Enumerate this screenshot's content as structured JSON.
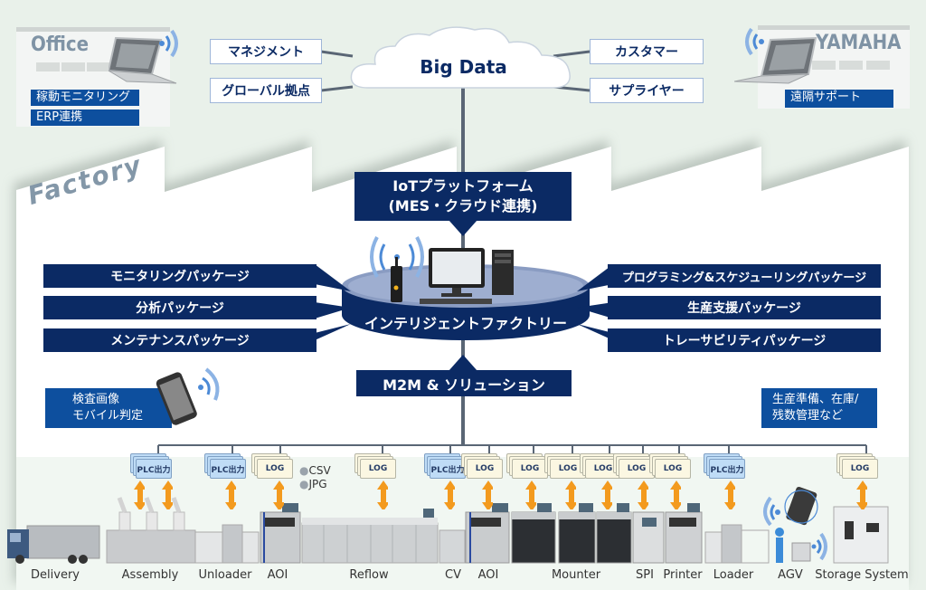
{
  "office": {
    "title": "Office",
    "labels": [
      "稼動モニタリング",
      "ERP連携"
    ]
  },
  "yamaha": {
    "title": "YAMAHA",
    "labels": [
      "遠隔サポート"
    ]
  },
  "big_data": {
    "title": "Big Data",
    "left_nodes": [
      "マネジメント",
      "グローバル拠点"
    ],
    "right_nodes": [
      "カスタマー",
      "サプライヤー"
    ]
  },
  "factory": {
    "title": "Factory",
    "iot_platform": [
      "IoTプラットフォーム",
      "(MES・クラウド連携)"
    ],
    "hub": "インテリジェントファクトリー",
    "m2m": "M2M & ソリューション",
    "left_packages": [
      "モニタリングパッケージ",
      "分析パッケージ",
      "メンテナンスパッケージ"
    ],
    "right_packages": [
      "プログラミング&スケジューリングパッケージ",
      "生産支援パッケージ",
      "トレーサビリティパッケージ"
    ],
    "mobile_note": [
      "検査画像",
      "モバイル判定"
    ],
    "inventory_note": [
      "生産準備、在庫/",
      "残数管理など"
    ],
    "file_formats": [
      "CSV",
      "JPG"
    ]
  },
  "colors": {
    "navy": "#0b2a64",
    "blue_label": "#0d4f9e",
    "arrow_orange": "#f39a1e",
    "plc_tag": "#bfdcf6",
    "log_tag": "#fbf7e2",
    "wifi_blue": "#4c8ad6"
  },
  "tags": [
    {
      "type": "plc",
      "text": "PLC出力"
    },
    {
      "type": "plc",
      "text": "PLC出力"
    },
    {
      "type": "log",
      "text": "LOG"
    },
    {
      "type": "log",
      "text": "LOG"
    },
    {
      "type": "plc",
      "text": "PLC出力"
    },
    {
      "type": "log",
      "text": "LOG"
    },
    {
      "type": "log",
      "text": "LOG"
    },
    {
      "type": "log",
      "text": "LOG"
    },
    {
      "type": "log",
      "text": "LOG"
    },
    {
      "type": "log",
      "text": "LOG"
    },
    {
      "type": "log",
      "text": "LOG"
    },
    {
      "type": "log",
      "text": "LOG"
    },
    {
      "type": "plc",
      "text": "PLC出力"
    },
    {
      "type": "log",
      "text": "LOG"
    }
  ],
  "machines": [
    "Delivery",
    "Assembly",
    "Unloader",
    "AOI",
    "Reflow",
    "CV",
    "AOI",
    "Mounter",
    "SPI",
    "Printer",
    "Loader",
    "AGV",
    "Storage System"
  ]
}
